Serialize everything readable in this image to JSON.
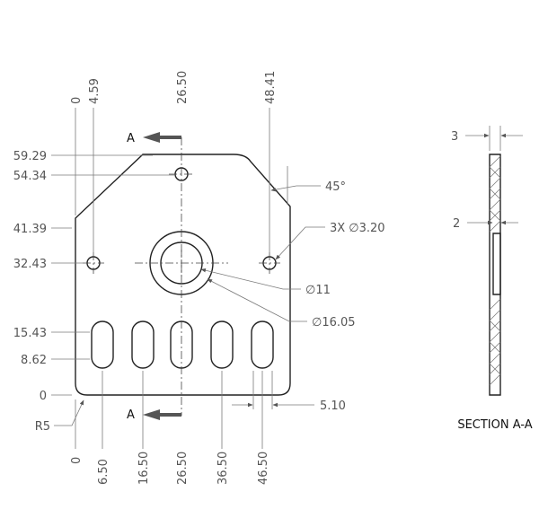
{
  "top_dims": [
    "0",
    "4.59",
    "26.50",
    "48.41"
  ],
  "left_dims": [
    "59.29",
    "54.34",
    "41.39",
    "32.43",
    "15.43",
    "8.62",
    "0"
  ],
  "bottom_dims": [
    "0",
    "6.50",
    "16.50",
    "26.50",
    "36.50",
    "46.50"
  ],
  "callouts": {
    "chamfer": "45°",
    "holes": "3X ∅3.20",
    "bore": "∅11",
    "counterbore": "∅16.05",
    "slot_spacing": "5.10",
    "fillet": "R5"
  },
  "section": {
    "arrow_top": "A",
    "arrow_bottom": "A",
    "thickness": "3",
    "step": "2",
    "title": "SECTION A-A"
  }
}
